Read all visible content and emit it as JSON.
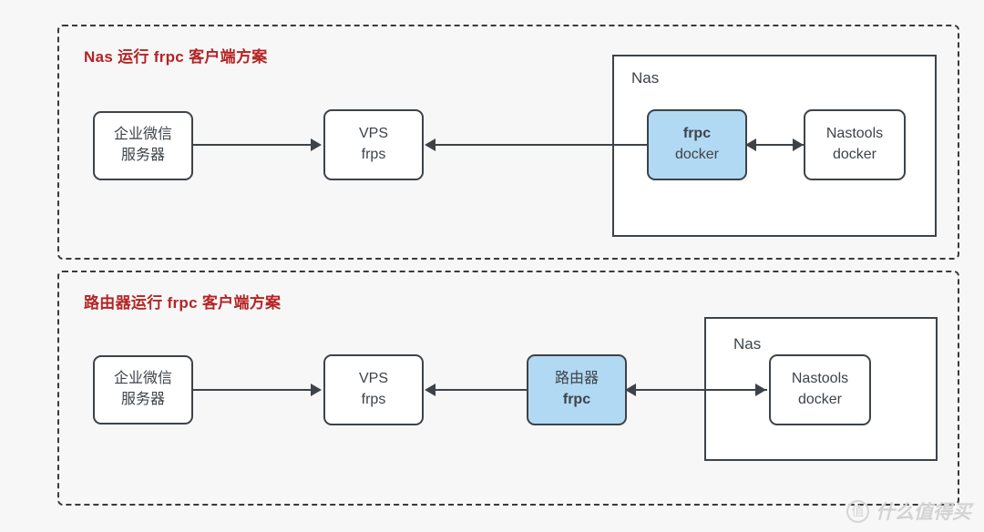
{
  "page": {
    "background_color": "#f7f7f7",
    "stroke_color": "#3d4349",
    "accent_red": "#b52424",
    "highlight_blue": "#b2d9f4"
  },
  "sections": [
    {
      "id": "nas-client",
      "title": "Nas 运行 frpc 客户端方案",
      "nodes": {
        "wecom": {
          "l1": "企业微信",
          "l2": "服务器"
        },
        "vps": {
          "l1": "VPS",
          "l2": "frps"
        },
        "frpc": {
          "l1": "frpc",
          "l2": "docker"
        },
        "nastools": {
          "l1": "Nastools",
          "l2": "docker"
        }
      },
      "container": {
        "label": "Nas"
      }
    },
    {
      "id": "router-client",
      "title": "路由器运行 frpc 客户端方案",
      "nodes": {
        "wecom": {
          "l1": "企业微信",
          "l2": "服务器"
        },
        "vps": {
          "l1": "VPS",
          "l2": "frps"
        },
        "router": {
          "l1": "路由器",
          "l2": "frpc"
        },
        "nastools": {
          "l1": "Nastools",
          "l2": "docker"
        }
      },
      "container": {
        "label": "Nas"
      }
    }
  ],
  "watermark": {
    "logo_text": "值",
    "text": "什么值得买"
  }
}
